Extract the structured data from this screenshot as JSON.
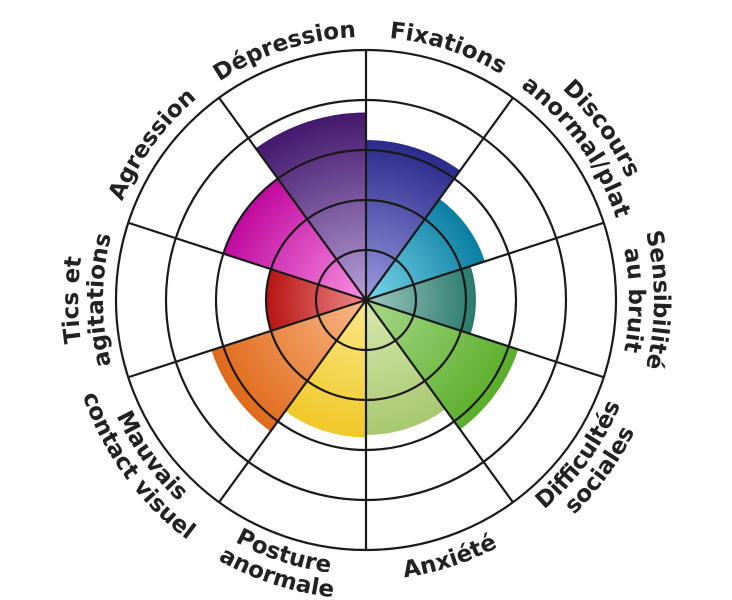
{
  "chart_data": {
    "type": "polar-area",
    "title": "",
    "max": 5,
    "rings": 5,
    "grid": true,
    "categories": [
      {
        "lines": [
          "Fixations"
        ],
        "value": 3.2,
        "inner": "#9a9ae0",
        "outer": "#2a2a8c"
      },
      {
        "lines": [
          "Discours",
          "anormal/plat"
        ],
        "value": 2.5,
        "inner": "#7ad6ea",
        "outer": "#0a7ea2"
      },
      {
        "lines": [
          "Sensibilité",
          "au bruit"
        ],
        "value": 2.2,
        "inner": "#9ec8c0",
        "outer": "#2a7a6a"
      },
      {
        "lines": [
          "Difficultés",
          "sociales"
        ],
        "value": 3.2,
        "inner": "#a8d88a",
        "outer": "#5aae2a"
      },
      {
        "lines": [
          "Anxiété"
        ],
        "value": 2.7,
        "inner": "#d8e8b0",
        "outer": "#a8c870"
      },
      {
        "lines": [
          "Posture",
          "anormale"
        ],
        "value": 2.75,
        "inner": "#fbe88a",
        "outer": "#f0c828"
      },
      {
        "lines": [
          "Mauvais",
          "contact visuel"
        ],
        "value": 3.25,
        "inner": "#f8b888",
        "outer": "#e06a1a"
      },
      {
        "lines": [
          "Tics et",
          "agitations"
        ],
        "value": 2.0,
        "inner": "#ee8a8a",
        "outer": "#b81414"
      },
      {
        "lines": [
          "Agression"
        ],
        "value": 3.0,
        "inner": "#f890e0",
        "outer": "#c00aa0"
      },
      {
        "lines": [
          "Dépression"
        ],
        "value": 3.75,
        "inner": "#b8a0d8",
        "outer": "#44186c"
      }
    ]
  }
}
